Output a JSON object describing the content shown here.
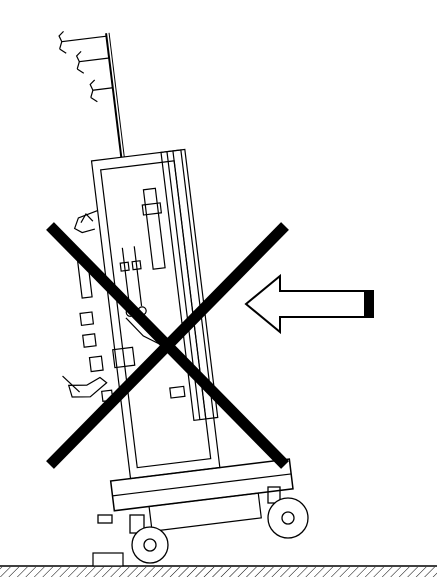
{
  "diagram": {
    "subject": "dialysis-machine-on-wheeled-base-tilted",
    "warning_mark": "prohibited-cross",
    "force_indicator": "push-arrow-pointing-left",
    "ground": "hatched-floor",
    "obstacle": "small-block-under-front-wheel"
  },
  "colors": {
    "line": "#000000",
    "background": "#ffffff",
    "cross": "#000000"
  }
}
